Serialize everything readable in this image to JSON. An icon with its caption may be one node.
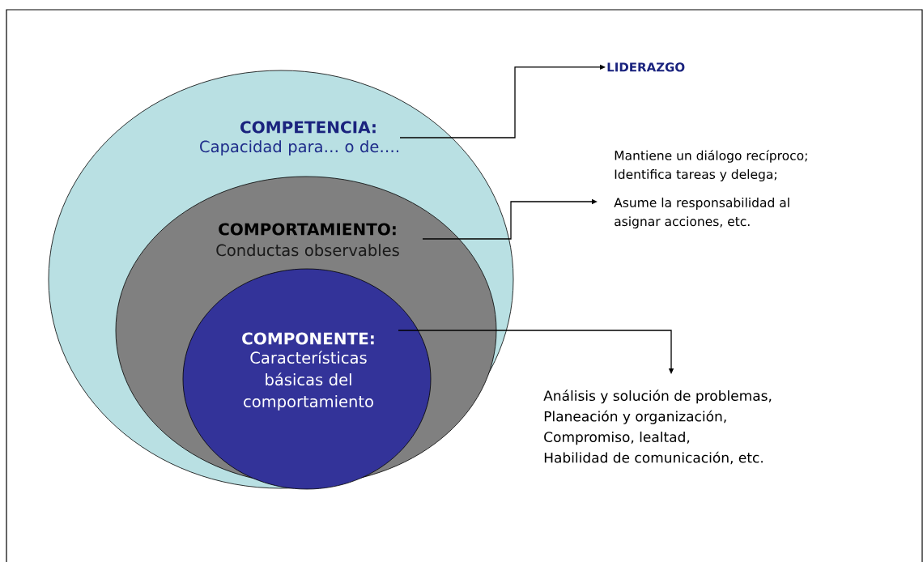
{
  "diagram": {
    "nodes": [
      {
        "text": [
          "COMPETENCIA:",
          "Capacidad para… o de…."
        ]
      },
      {
        "text": [
          "COMPORTAMIENTO:",
          "Conductas observables"
        ],
        "in": 0
      },
      {
        "text": [
          "COMPONENTE:",
          "Características básicas del comportamiento"
        ],
        "in": 1
      },
      {
        "text": [
          "LIDERAZGO"
        ]
      },
      {
        "text": [
          "Mantiene un diálogo recíproco;",
          "Identifica tareas y delega;",
          "Asume la responsabilidad al asignar acciones, etc."
        ]
      },
      {
        "text": [
          "Análisis y solución de problemas,",
          "Planeación y organización,",
          "Compromiso, lealtad,",
          "Habilidad de comunicación, etc."
        ]
      }
    ],
    "edges": [
      {
        "from": 0,
        "to": 3,
        "arrow": "to"
      },
      {
        "from": 1,
        "to": 4,
        "arrow": "to"
      },
      {
        "from": 2,
        "to": 5,
        "arrow": "to"
      }
    ]
  }
}
